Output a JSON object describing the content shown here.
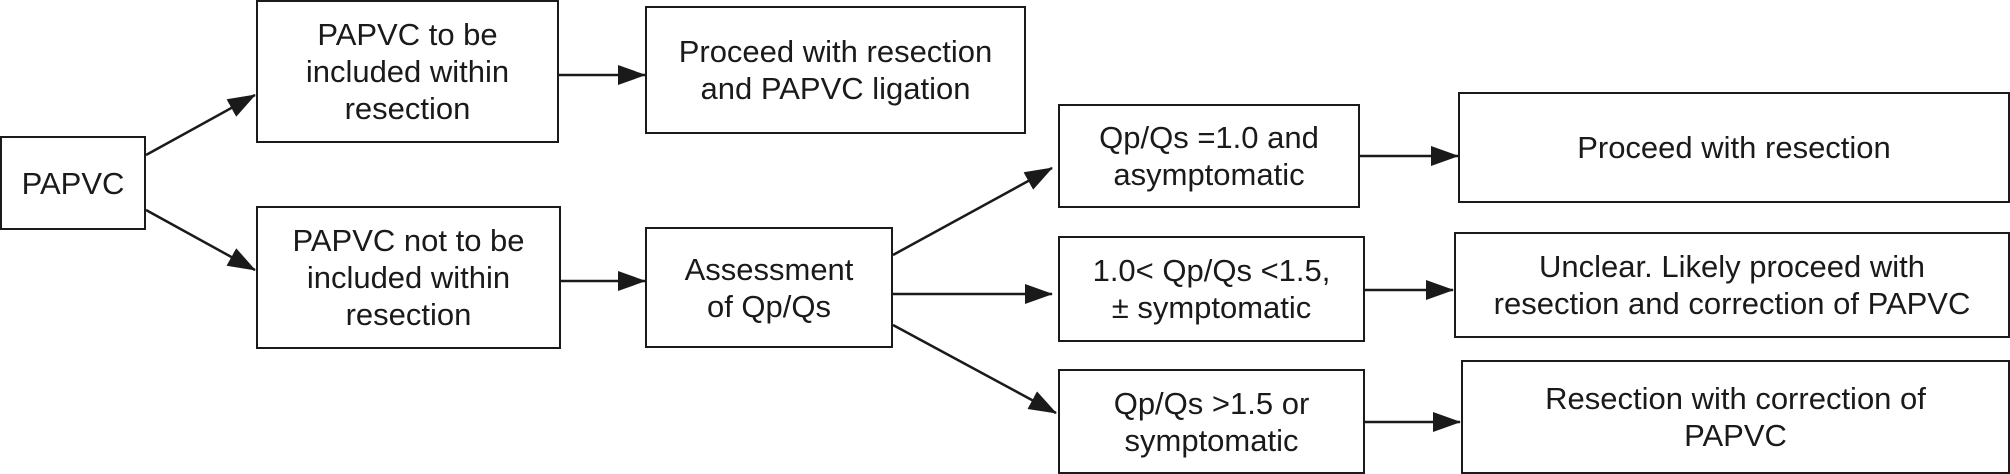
{
  "diagram": {
    "nodes": {
      "papvc": [
        "PAPVC"
      ],
      "included": [
        "PAPVC to be",
        "included within",
        "resection"
      ],
      "not_included": [
        "PAPVC not to be",
        "included within",
        "resection"
      ],
      "ligation": [
        "Proceed with resection",
        "and PAPVC ligation"
      ],
      "assessment": [
        "Assessment",
        "of Qp/Qs"
      ],
      "qpqs_low": [
        "Qp/Qs =1.0 and",
        "asymptomatic"
      ],
      "qpqs_mid": [
        "1.0< Qp/Qs <1.5,",
        "± symptomatic"
      ],
      "qpqs_high": [
        "Qp/Qs >1.5 or",
        "symptomatic"
      ],
      "outcome_resection": [
        "Proceed with resection"
      ],
      "outcome_unclear": [
        "Unclear. Likely proceed with",
        "resection and correction of PAPVC"
      ],
      "outcome_correction": [
        "Resection with correction of",
        "PAPVC"
      ]
    },
    "edges": [
      {
        "from": "papvc",
        "to": "included"
      },
      {
        "from": "papvc",
        "to": "not_included"
      },
      {
        "from": "included",
        "to": "ligation"
      },
      {
        "from": "not_included",
        "to": "assessment"
      },
      {
        "from": "assessment",
        "to": "qpqs_low"
      },
      {
        "from": "assessment",
        "to": "qpqs_mid"
      },
      {
        "from": "assessment",
        "to": "qpqs_high"
      },
      {
        "from": "qpqs_low",
        "to": "outcome_resection"
      },
      {
        "from": "qpqs_mid",
        "to": "outcome_unclear"
      },
      {
        "from": "qpqs_high",
        "to": "outcome_correction"
      }
    ],
    "colors": {
      "stroke": "#1a1a1a",
      "fill": "#ffffff",
      "text": "#1a1a1a"
    }
  }
}
